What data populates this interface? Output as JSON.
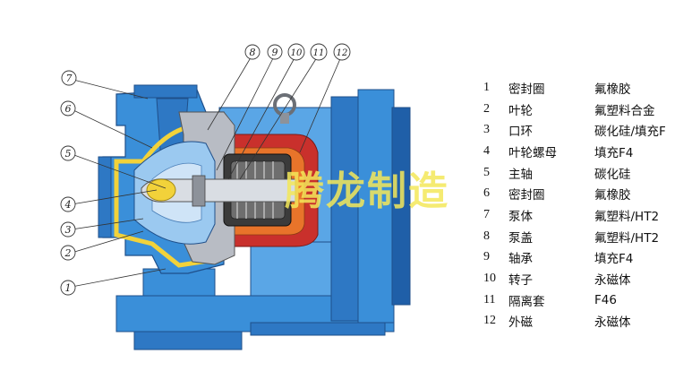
{
  "watermark": "腾龙制造",
  "callouts": [
    "1",
    "2",
    "3",
    "4",
    "5",
    "6",
    "7",
    "8",
    "9",
    "10",
    "11",
    "12"
  ],
  "parts": [
    {
      "num": "1",
      "name": "密封圈",
      "material": "氟橡胶"
    },
    {
      "num": "2",
      "name": "叶轮",
      "material": "氟塑料合金"
    },
    {
      "num": "3",
      "name": "口环",
      "material": "碳化硅/填充F"
    },
    {
      "num": "4",
      "name": "叶轮螺母",
      "material": "填充F4"
    },
    {
      "num": "5",
      "name": "主轴",
      "material": "碳化硅"
    },
    {
      "num": "6",
      "name": "密封圈",
      "material": "氟橡胶"
    },
    {
      "num": "7",
      "name": "泵体",
      "material": "氟塑料/HT2"
    },
    {
      "num": "8",
      "name": "泵盖",
      "material": "氟塑料/HT2"
    },
    {
      "num": "9",
      "name": "轴承",
      "material": "填充F4"
    },
    {
      "num": "10",
      "name": "转子",
      "material": "永磁体"
    },
    {
      "num": "11",
      "name": "隔离套",
      "material": "F46"
    },
    {
      "num": "12",
      "name": "外磁",
      "material": "永磁体"
    }
  ],
  "colors": {
    "casing_blue": "#3a8fd9",
    "casing_dark": "#1f5fa8",
    "liner_yellow": "#f2d23a",
    "inner_gray": "#b8bcc4",
    "magnet_red": "#c9302c",
    "magnet_orange": "#e8742a",
    "shaft_gray": "#8d929a"
  }
}
